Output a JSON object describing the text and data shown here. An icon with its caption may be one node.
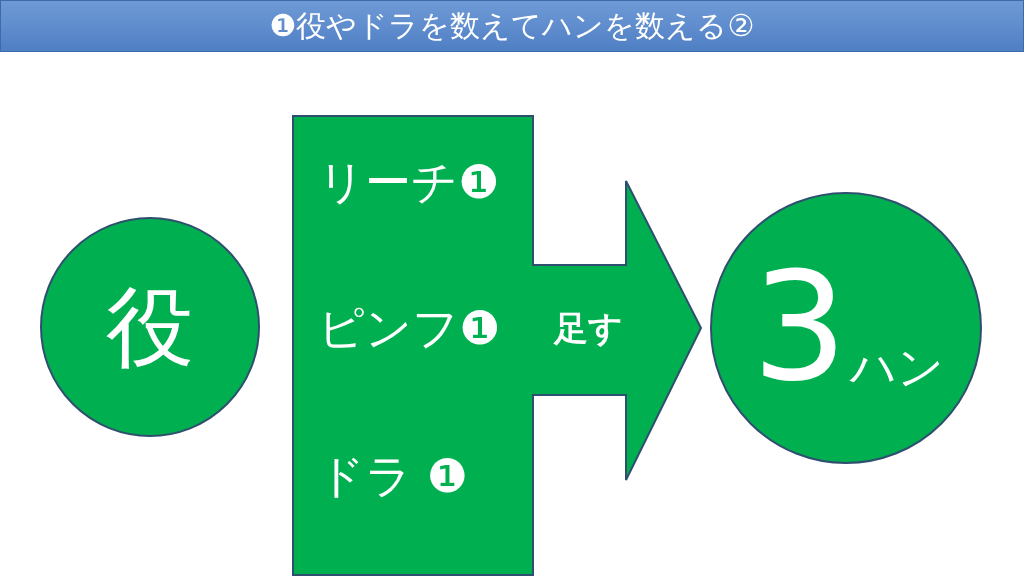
{
  "diagram": {
    "title": "❶役やドラを数えてハンを数える②",
    "nodes": [
      {
        "text": [
          "役"
        ]
      },
      {
        "text": [
          "リーチ❶",
          "ピンフ❶",
          "ドラ ❶",
          "足す"
        ]
      },
      {
        "text": [
          "3",
          "ハン"
        ]
      }
    ]
  }
}
